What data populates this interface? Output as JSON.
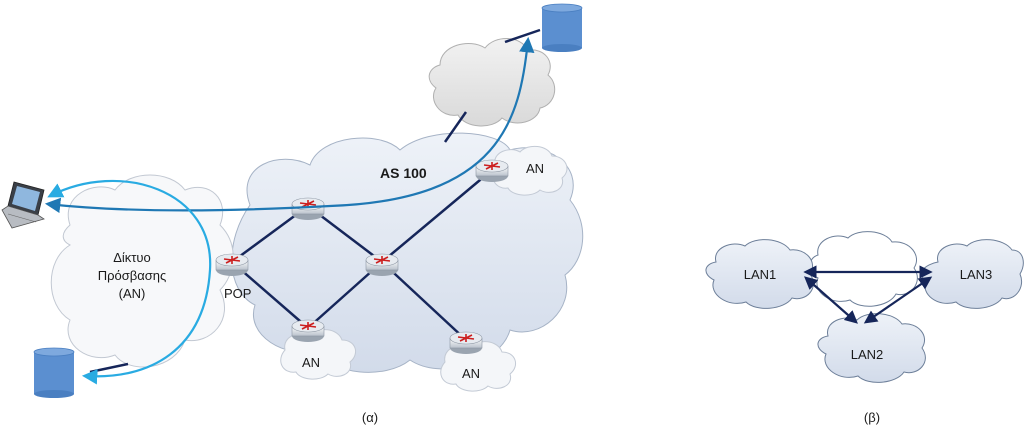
{
  "diagram_a": {
    "caption": "(α)",
    "as_label": "AS 100",
    "access_network_lines": [
      "Δίκτυο",
      "Πρόσβασης",
      "(AN)"
    ],
    "pop_label": "POP",
    "an_labels": [
      "AN",
      "AN",
      "AN"
    ]
  },
  "diagram_b": {
    "caption": "(β)",
    "lans": [
      "LAN1",
      "LAN2",
      "LAN3"
    ]
  },
  "colors": {
    "cloud_fill": "#dde4ef",
    "cloud_stroke": "#8ea0b8",
    "link": "#16265a",
    "arrow_blue": "#1f78b4",
    "arrow_cyan": "#29abe2",
    "db_fill": "#5b8fd0",
    "router_red": "#cc1f1f"
  }
}
